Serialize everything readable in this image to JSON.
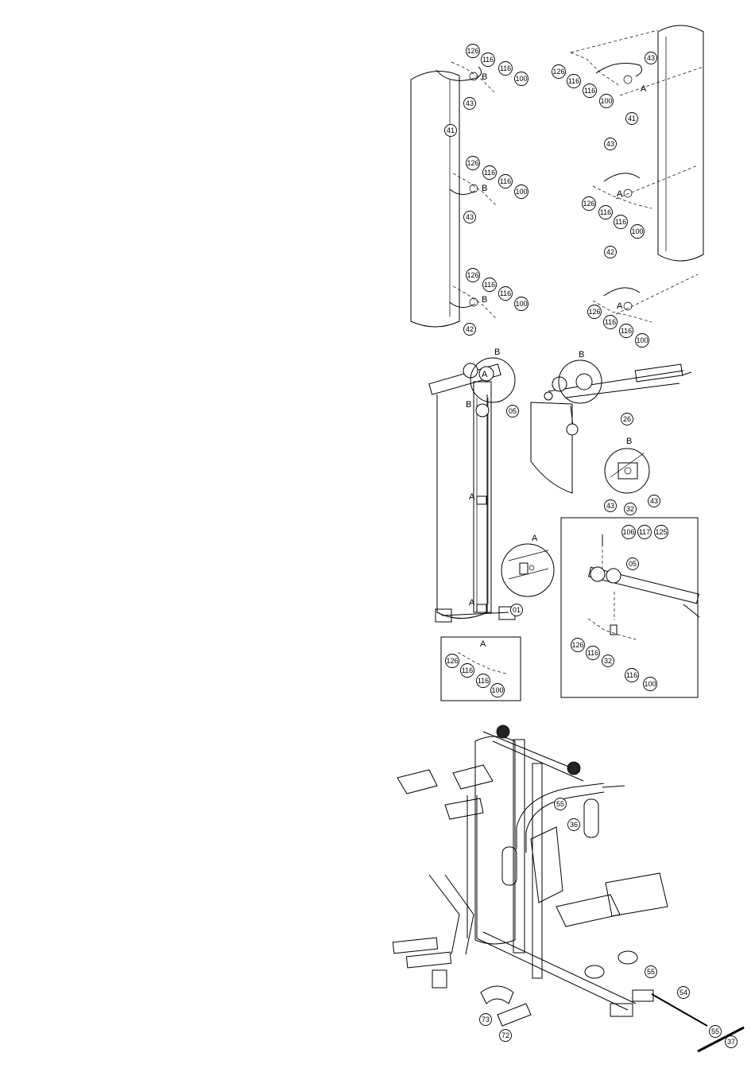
{
  "panel1": {
    "left": {
      "callouts": [
        "126",
        "116",
        "116",
        "100",
        "43",
        "41",
        "126",
        "116",
        "116",
        "100",
        "43",
        "126",
        "116",
        "116",
        "100",
        "42"
      ],
      "letters": [
        "B",
        "B",
        "B"
      ]
    },
    "right": {
      "callouts": [
        "126",
        "116",
        "116",
        "100",
        "43",
        "41",
        "43",
        "126",
        "116",
        "116",
        "100",
        "42",
        "126",
        "116",
        "116",
        "100"
      ],
      "letters": [
        "A",
        "A",
        "A"
      ]
    }
  },
  "panel2": {
    "letters": [
      "B",
      "B",
      "A",
      "A",
      "B",
      "A",
      "B",
      "A"
    ],
    "callouts": [
      "05",
      "01",
      "26",
      "43",
      "32",
      "43",
      "106",
      "117",
      "125",
      "05",
      "126",
      "116",
      "32",
      "116",
      "100"
    ],
    "detail_a_title": "A",
    "detail_a_callouts": [
      "126",
      "116",
      "116",
      "100"
    ]
  },
  "panel3": {
    "callouts": [
      "55",
      "36",
      "55",
      "54",
      "55",
      "37",
      "73",
      "72"
    ]
  }
}
